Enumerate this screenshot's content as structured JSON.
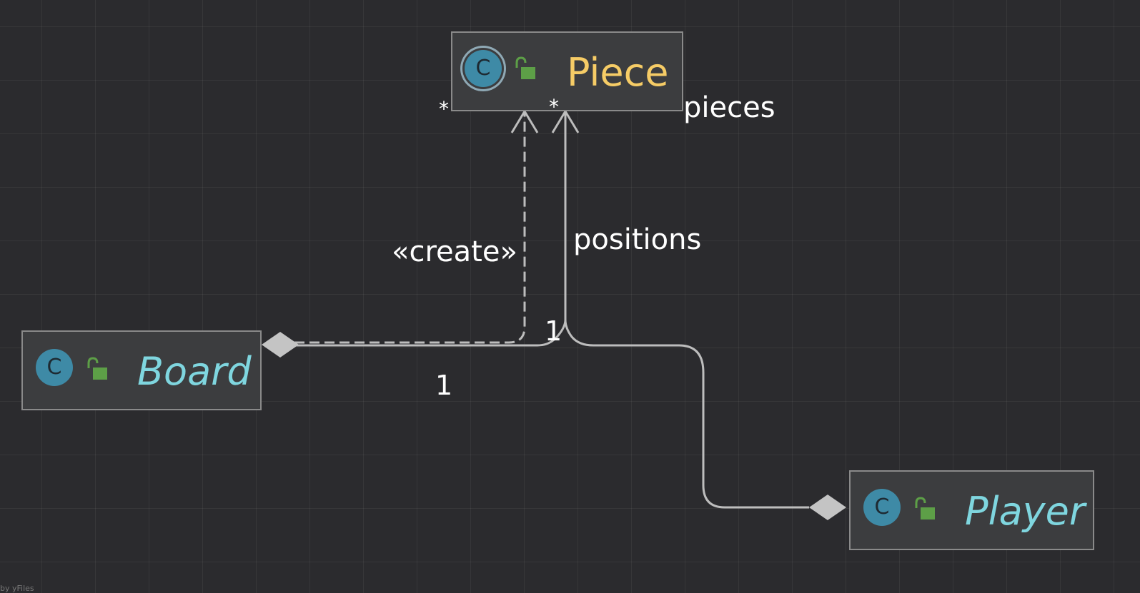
{
  "diagram": {
    "nodes": {
      "piece": {
        "name": "Piece",
        "icon": "class-icon",
        "icon_letter": "C",
        "visibility_icon": "unlock-icon",
        "name_color": "#f6cc66"
      },
      "board": {
        "name": "Board",
        "icon": "class-icon",
        "icon_letter": "C",
        "visibility_icon": "unlock-icon",
        "name_color": "#7fd6df"
      },
      "player": {
        "name": "Player",
        "icon": "class-icon",
        "icon_letter": "C",
        "visibility_icon": "unlock-icon",
        "name_color": "#7fd6df"
      }
    },
    "edges": {
      "create": {
        "stereotype": "«create»",
        "source_multiplicity": "",
        "target_multiplicity": "*"
      },
      "positions": {
        "role": "positions",
        "source_multiplicity": "1",
        "target_multiplicity": "*"
      },
      "pieces": {
        "role": "pieces",
        "source_multiplicity": "1"
      }
    },
    "footer": "by yFiles",
    "colors": {
      "background": "#2b2b2e",
      "edge": "#bdbdbd",
      "node_fill": "#3c3d3f",
      "node_border": "#8a8a8a",
      "icon_fill": "#3e8aa6",
      "lock_fill": "#5d9f47"
    }
  }
}
